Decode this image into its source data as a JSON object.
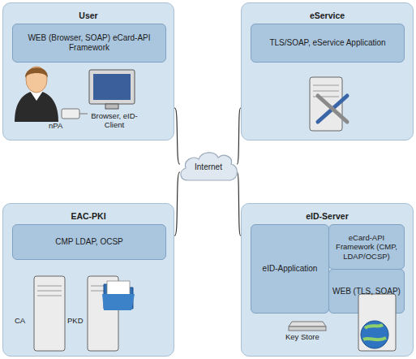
{
  "diagram": {
    "nodes": [
      {
        "text": [
          "User"
        ]
      },
      {
        "text": [
          "WEB (Browser, SOAP) eCard-API Framework"
        ],
        "in": 0
      },
      {
        "text": [
          "eService"
        ]
      },
      {
        "text": [
          "TLS/SOAP, eService Application"
        ],
        "in": 2
      },
      {
        "text": [
          "Internet"
        ]
      },
      {
        "text": [
          "EAC-PKI"
        ]
      },
      {
        "text": [
          "CMP LDAP, OCSP"
        ],
        "in": 5
      },
      {
        "text": [
          "eID-Server"
        ]
      },
      {
        "text": [
          "eID-Application"
        ],
        "in": 7
      },
      {
        "text": [
          "eCard-API Framework (CMP, LDAP/OCSP)"
        ],
        "in": 7
      },
      {
        "text": [
          "WEB (TLS, SOAP)"
        ],
        "in": 7
      }
    ],
    "edges": [
      {
        "from": 0,
        "to": 4,
        "arrow": "none"
      },
      {
        "from": 2,
        "to": 4,
        "arrow": "none"
      },
      {
        "from": 5,
        "to": 4,
        "arrow": "none"
      },
      {
        "from": 7,
        "to": 4,
        "arrow": "none"
      }
    ],
    "labels": [
      "nPA",
      "Browser, eID-Client",
      "CA",
      "PKD",
      "Key Store"
    ]
  }
}
